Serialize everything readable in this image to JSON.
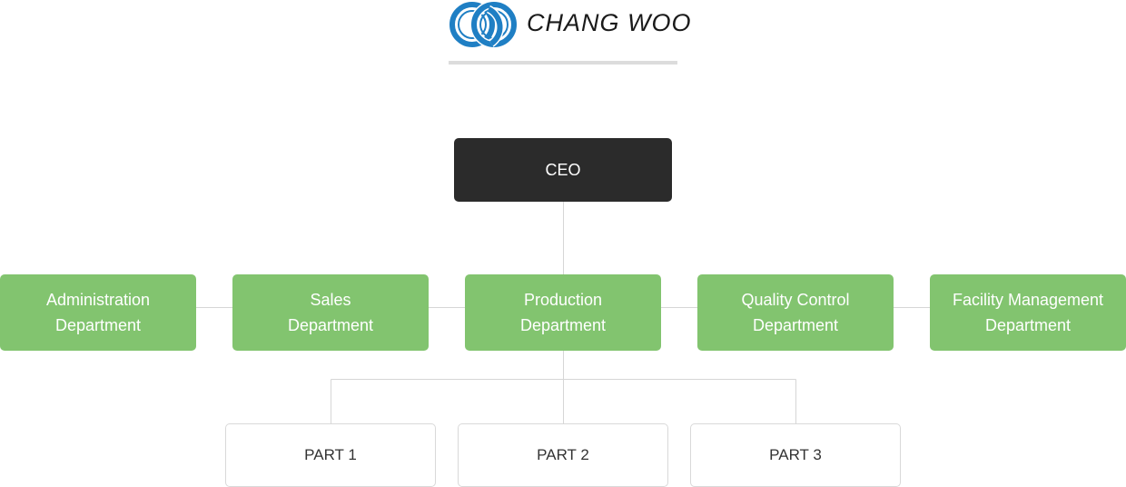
{
  "logo": {
    "text": "CHANG WOO",
    "icon": "interlocked-rings-icon",
    "ring_color": "#1f7fc4"
  },
  "chart": {
    "ceo": {
      "label": "CEO"
    },
    "departments": [
      {
        "label": "Administration\nDepartment"
      },
      {
        "label": "Sales\nDepartment"
      },
      {
        "label": "Production\nDepartment"
      },
      {
        "label": "Quality Control\nDepartment"
      },
      {
        "label": "Facility Management\nDepartment"
      }
    ],
    "parts": [
      {
        "label": "PART 1"
      },
      {
        "label": "PART 2"
      },
      {
        "label": "PART 3"
      }
    ]
  },
  "colors": {
    "ceo_bg": "#2b2b2b",
    "dept_bg": "#82c46f",
    "part_border": "#d9d9d9",
    "connector": "#d6d6d6"
  }
}
